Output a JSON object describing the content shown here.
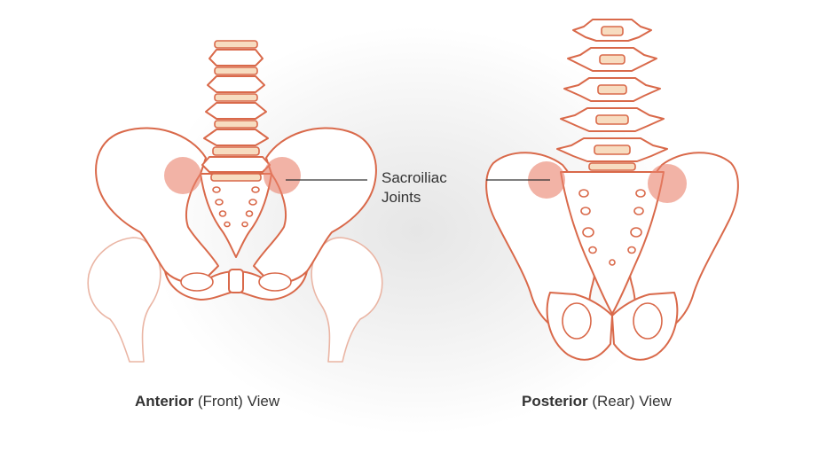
{
  "annotation": {
    "line1": "Sacroiliac",
    "line2": "Joints"
  },
  "views": [
    {
      "bold": "Anterior",
      "rest": " (Front) View"
    },
    {
      "bold": "Posterior",
      "rest": " (Rear) View"
    }
  ],
  "colors": {
    "bone_outline": "#d9694a",
    "disc_fill": "#f7dcc0",
    "joint_highlight": "#e9806b",
    "text": "#333333"
  }
}
